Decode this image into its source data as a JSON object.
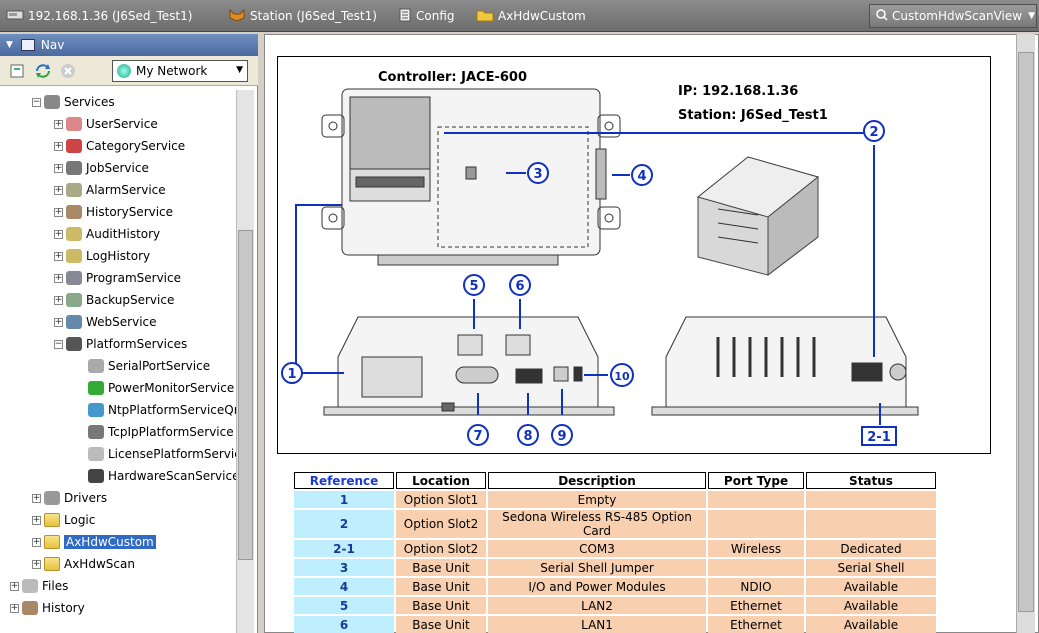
{
  "locator": {
    "crumbs": [
      {
        "label": "192.168.1.36 (J6Sed_Test1)",
        "icon": "host-icon"
      },
      {
        "label": "Station (J6Sed_Test1)",
        "icon": "station-icon"
      },
      {
        "label": "Config",
        "icon": "config-icon"
      },
      {
        "label": "AxHdwCustom",
        "icon": "folder-icon"
      }
    ],
    "view_selector": "CustomHdwScanView"
  },
  "nav": {
    "title": "Nav",
    "network_selector": "My Network",
    "tree": [
      {
        "label": "Services",
        "indent": 1,
        "expander": "−",
        "icon": "gear"
      },
      {
        "label": "UserService",
        "indent": 2,
        "expander": "+",
        "icon": "user"
      },
      {
        "label": "CategoryService",
        "indent": 2,
        "expander": "+",
        "icon": "pie"
      },
      {
        "label": "JobService",
        "indent": 2,
        "expander": "+",
        "icon": "job"
      },
      {
        "label": "AlarmService",
        "indent": 2,
        "expander": "+",
        "icon": "bell"
      },
      {
        "label": "HistoryService",
        "indent": 2,
        "expander": "+",
        "icon": "history"
      },
      {
        "label": "AuditHistory",
        "indent": 2,
        "expander": "+",
        "icon": "tri"
      },
      {
        "label": "LogHistory",
        "indent": 2,
        "expander": "+",
        "icon": "tri"
      },
      {
        "label": "ProgramService",
        "indent": 2,
        "expander": "+",
        "icon": "program"
      },
      {
        "label": "BackupService",
        "indent": 2,
        "expander": "+",
        "icon": "backup"
      },
      {
        "label": "WebService",
        "indent": 2,
        "expander": "+",
        "icon": "web"
      },
      {
        "label": "PlatformServices",
        "indent": 2,
        "expander": "−",
        "icon": "platform"
      },
      {
        "label": "SerialPortService",
        "indent": 3,
        "expander": "",
        "icon": "serial"
      },
      {
        "label": "PowerMonitorService",
        "indent": 3,
        "expander": "",
        "icon": "power"
      },
      {
        "label": "NtpPlatformServiceQn",
        "indent": 3,
        "expander": "",
        "icon": "clock"
      },
      {
        "label": "TcpIpPlatformService",
        "indent": 3,
        "expander": "",
        "icon": "tcp"
      },
      {
        "label": "LicensePlatformServic",
        "indent": 3,
        "expander": "",
        "icon": "license"
      },
      {
        "label": "HardwareScanService",
        "indent": 3,
        "expander": "",
        "icon": "scan"
      },
      {
        "label": "Drivers",
        "indent": 1,
        "expander": "+",
        "icon": "drivers"
      },
      {
        "label": "Logic",
        "indent": 1,
        "expander": "+",
        "icon": "folder"
      },
      {
        "label": "AxHdwCustom",
        "indent": 1,
        "expander": "+",
        "icon": "folder",
        "selected": true
      },
      {
        "label": "AxHdwScan",
        "indent": 1,
        "expander": "+",
        "icon": "folder"
      },
      {
        "label": "Files",
        "indent": 0,
        "expander": "+",
        "icon": "files"
      },
      {
        "label": "History",
        "indent": 0,
        "expander": "+",
        "icon": "history"
      }
    ]
  },
  "diagram": {
    "controller_label": "Controller: JACE-600",
    "ip_label": "IP: 192.168.1.36",
    "station_label": "Station: J6Sed_Test1",
    "callouts": [
      "1",
      "2",
      "3",
      "4",
      "5",
      "6",
      "7",
      "8",
      "9",
      "10"
    ],
    "callout_box": "2-1"
  },
  "table": {
    "headers": [
      "Reference",
      "Location",
      "Description",
      "Port Type",
      "Status"
    ],
    "rows": [
      [
        "1",
        "Option Slot1",
        "Empty",
        "",
        ""
      ],
      [
        "2",
        "Option Slot2",
        "Sedona Wireless RS-485 Option Card",
        "",
        ""
      ],
      [
        "2-1",
        "Option Slot2",
        "COM3",
        "Wireless",
        "Dedicated"
      ],
      [
        "3",
        "Base Unit",
        "Serial Shell Jumper",
        "",
        "Serial Shell"
      ],
      [
        "4",
        "Base Unit",
        "I/O and Power Modules",
        "NDIO",
        "Available"
      ],
      [
        "5",
        "Base Unit",
        "LAN2",
        "Ethernet",
        "Available"
      ],
      [
        "6",
        "Base Unit",
        "LAN1",
        "Ethernet",
        "Available"
      ]
    ]
  },
  "colors": {
    "ref_cell": "#bfefff",
    "data_cell": "#f8d0b0",
    "callout_blue": "#1030c0",
    "selection": "#316ac5"
  }
}
